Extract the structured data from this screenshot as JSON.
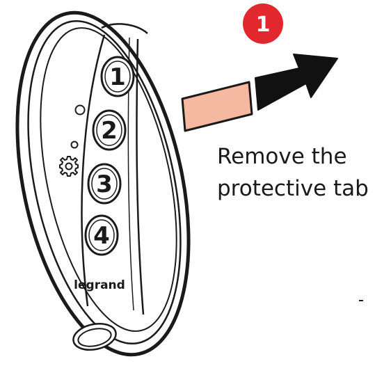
{
  "step": {
    "number": "1",
    "badge_color": "#e0282e"
  },
  "instruction": {
    "line1": "Remove the",
    "line2": "protective tab"
  },
  "remote": {
    "brand": "legrand",
    "buttons": [
      "1",
      "2",
      "3",
      "4"
    ],
    "icons": [
      "led-indicator-icon",
      "led-indicator-icon",
      "gear-icon"
    ]
  },
  "colors": {
    "tab": "#f5b8a0",
    "arrow": "#111111",
    "outline": "#1a1a1a"
  }
}
